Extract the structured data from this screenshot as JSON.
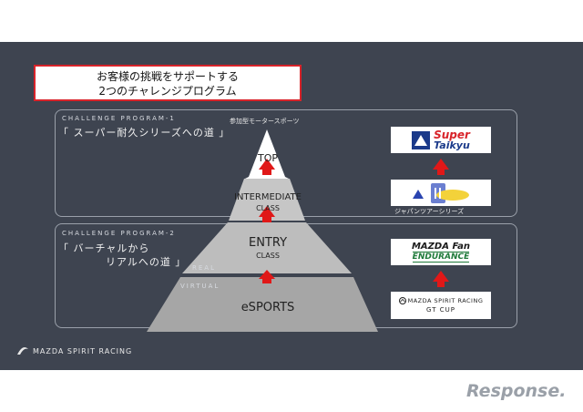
{
  "title": {
    "line1": "お客様の挑戦をサポートする",
    "line2": "2つのチャレンジプログラム"
  },
  "program1": {
    "head": "CHALLENGE PROGRAM-1",
    "name": "「 スーパー耐久シリーズへの道 」",
    "note": "参加型モータースポーツ"
  },
  "program2": {
    "head": "CHALLENGE PROGRAM-2",
    "name_line1": "「 バーチャルから",
    "name_line2": "リアルへの道 」"
  },
  "pyramid": {
    "top": "TOP",
    "intermediate_1": "INTERMEDIATE",
    "intermediate_2": "CLASS",
    "entry_1": "ENTRY",
    "entry_2": "CLASS",
    "esports": "eSPORTS",
    "real": "REAL",
    "virtual": "VIRTUAL"
  },
  "logos": {
    "super_taikyu_1": "Super",
    "super_taikyu_2": "Taikyu",
    "japan_tour_caption": "ジャパンツアーシリーズ",
    "fan_endurance_1": "MAZDA Fan",
    "fan_endurance_2": "ENDURANCE",
    "gt_cup_1": "MAZDA SPIRIT RACING",
    "gt_cup_2": "GT CUP"
  },
  "brand": "MAZDA SPIRIT RACING",
  "watermark": "Response.",
  "colors": {
    "slide_bg": "#3e4450",
    "accent_red": "#d8232a",
    "pyramid_light": "#c9c9c9",
    "pyramid_dark": "#a9a9a9"
  }
}
